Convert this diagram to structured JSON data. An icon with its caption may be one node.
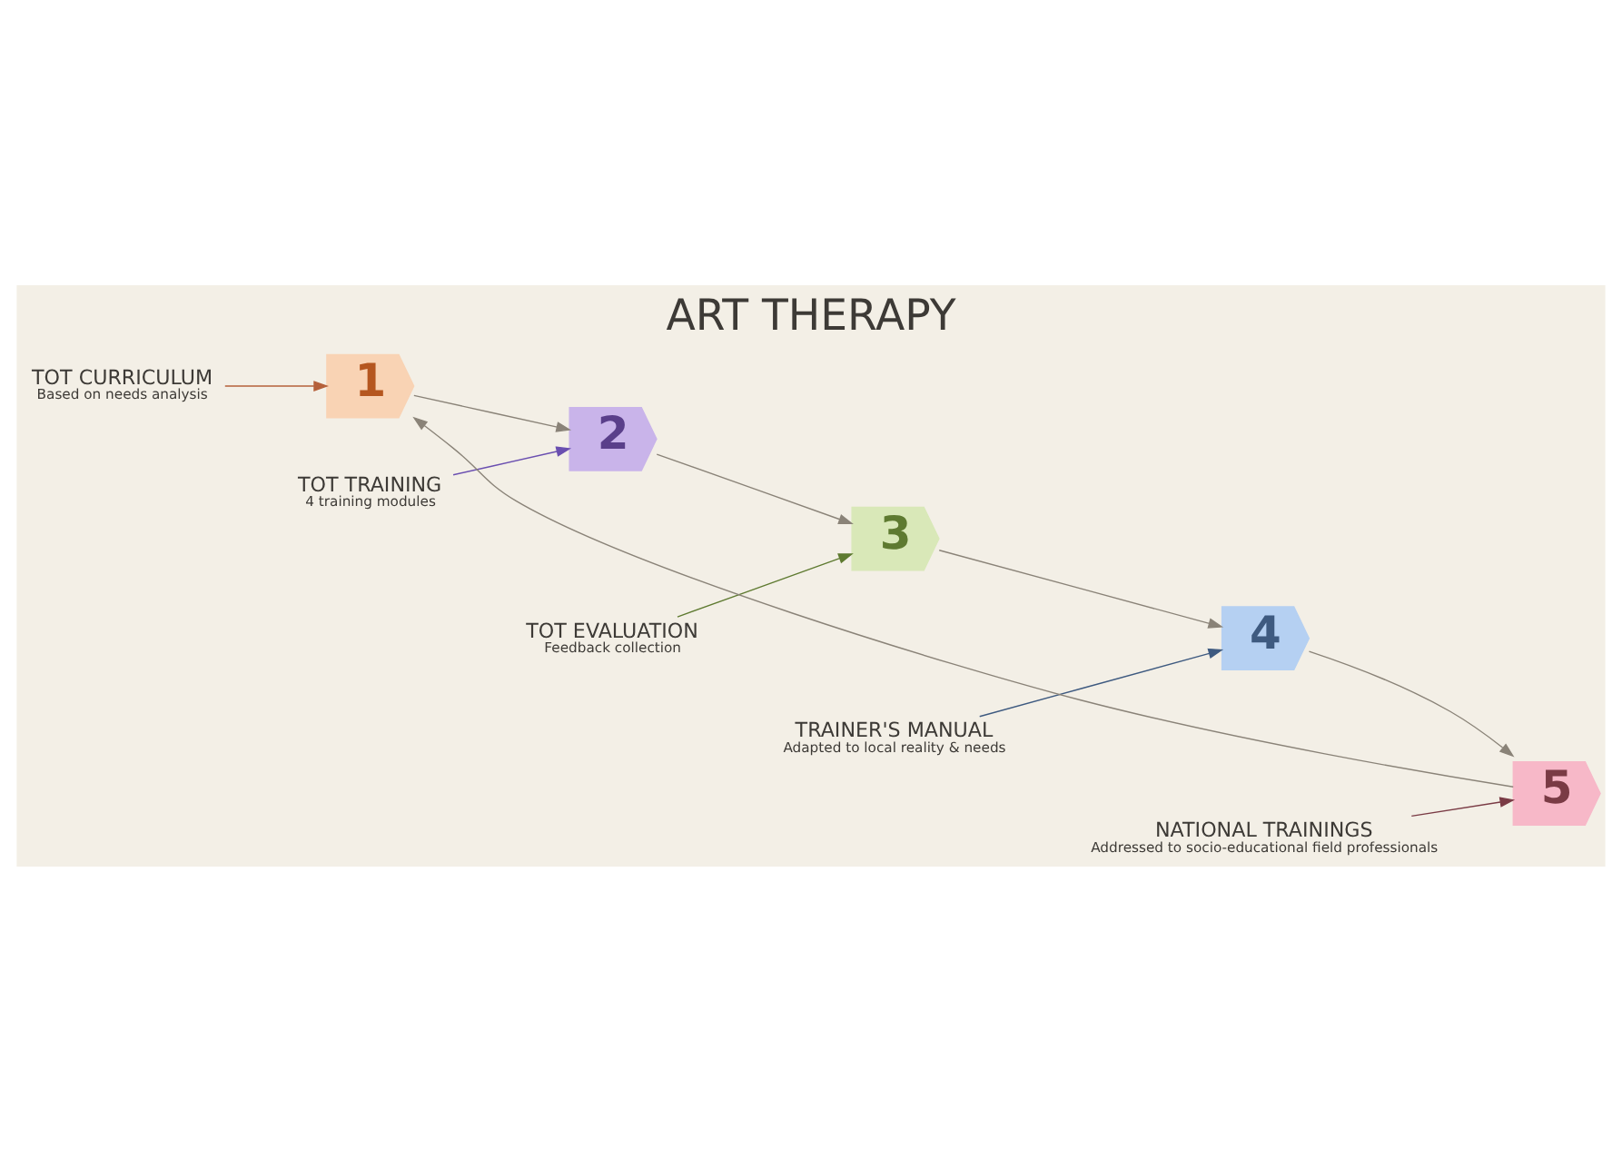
{
  "diagram": {
    "title": "ART THERAPY",
    "nodes": [
      {
        "text": [
          "TOT CURRICULUM",
          "Based on needs analysis"
        ]
      },
      {
        "text": [
          "1"
        ]
      },
      {
        "text": [
          "TOT TRAINING",
          "4 training modules"
        ]
      },
      {
        "text": [
          "2"
        ]
      },
      {
        "text": [
          "TOT EVALUATION",
          "Feedback collection"
        ]
      },
      {
        "text": [
          "3"
        ]
      },
      {
        "text": [
          "TRAINER'S MANUAL",
          "Adapted to local reality & needs"
        ]
      },
      {
        "text": [
          "4"
        ]
      },
      {
        "text": [
          "NATIONAL TRAININGS",
          "Addressed to socio-educational field professionals"
        ]
      },
      {
        "text": [
          "5"
        ]
      }
    ],
    "edges": [
      {
        "from": 0,
        "to": 1,
        "arrow": "to"
      },
      {
        "from": 2,
        "to": 3,
        "arrow": "to"
      },
      {
        "from": 4,
        "to": 5,
        "arrow": "to"
      },
      {
        "from": 6,
        "to": 7,
        "arrow": "to"
      },
      {
        "from": 8,
        "to": 9,
        "arrow": "to"
      },
      {
        "from": 1,
        "to": 3,
        "arrow": "to"
      },
      {
        "from": 3,
        "to": 5,
        "arrow": "to"
      },
      {
        "from": 5,
        "to": 7,
        "arrow": "to"
      },
      {
        "from": 7,
        "to": 9,
        "arrow": "to"
      },
      {
        "from": 9,
        "to": 1,
        "arrow": "to"
      }
    ]
  }
}
